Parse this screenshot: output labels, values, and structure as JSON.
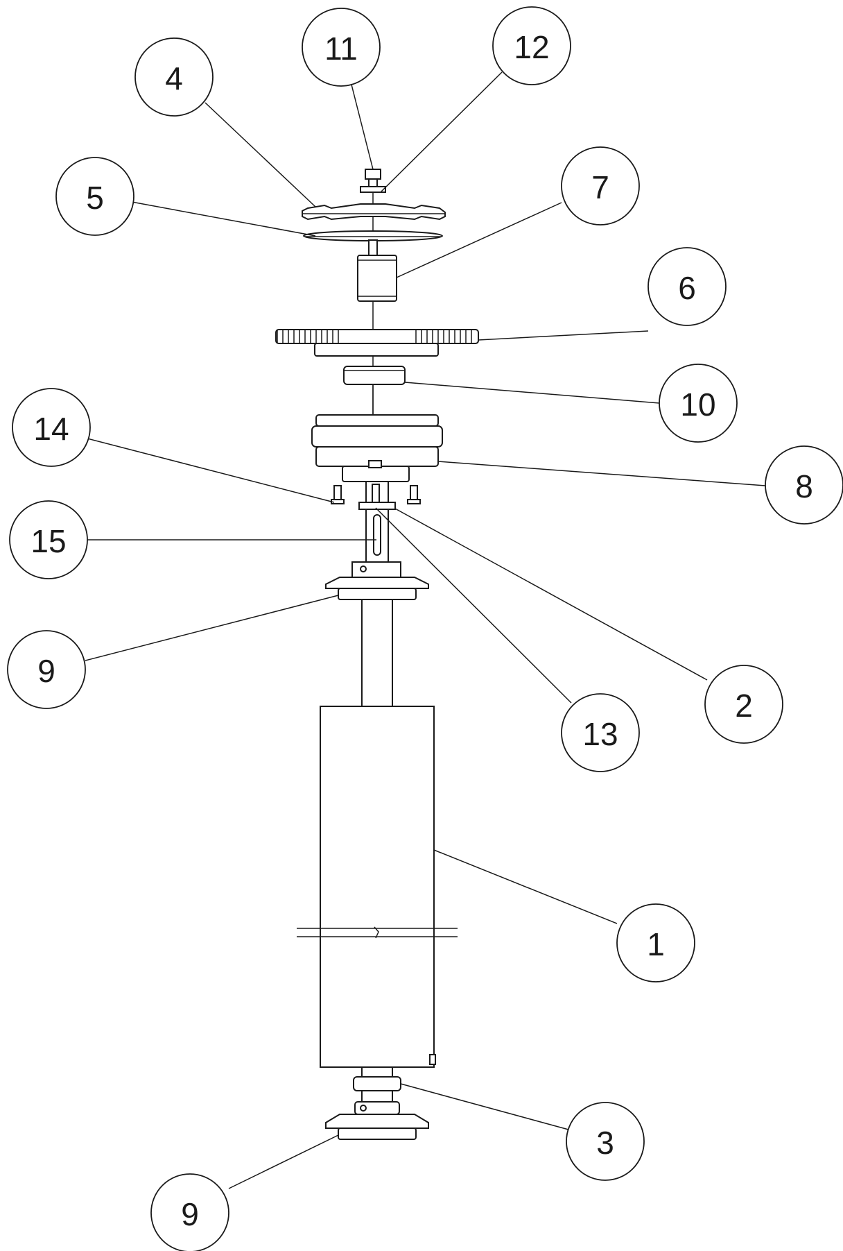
{
  "diagram": {
    "callouts": [
      {
        "id": "callout-1",
        "label": "1"
      },
      {
        "id": "callout-2",
        "label": "2"
      },
      {
        "id": "callout-3",
        "label": "3"
      },
      {
        "id": "callout-4",
        "label": "4"
      },
      {
        "id": "callout-5",
        "label": "5"
      },
      {
        "id": "callout-6",
        "label": "6"
      },
      {
        "id": "callout-7",
        "label": "7"
      },
      {
        "id": "callout-8",
        "label": "8"
      },
      {
        "id": "callout-9a",
        "label": "9"
      },
      {
        "id": "callout-9b",
        "label": "9"
      },
      {
        "id": "callout-10",
        "label": "10"
      },
      {
        "id": "callout-11",
        "label": "11"
      },
      {
        "id": "callout-12",
        "label": "12"
      },
      {
        "id": "callout-13",
        "label": "13"
      },
      {
        "id": "callout-14",
        "label": "14"
      },
      {
        "id": "callout-15",
        "label": "15"
      }
    ]
  }
}
